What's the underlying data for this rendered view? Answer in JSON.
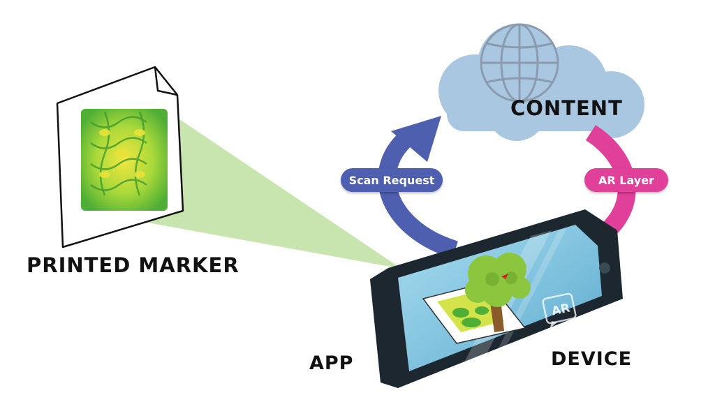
{
  "labels": {
    "printed_marker": "PRINTED MARKER",
    "content": "CONTENT",
    "app": "APP",
    "device": "DEVICE"
  },
  "arrows": {
    "scan_request": "Scan Request",
    "ar_layer": "AR Layer"
  },
  "phone_badge": "AR",
  "colors": {
    "scan_arrow": "#4d5fae",
    "ar_arrow": "#e0409a",
    "cloud": "#aac7e1",
    "beam": "#bfe1a1",
    "phone_body": "#1c2730",
    "phone_screen": "#7ec1dd"
  }
}
